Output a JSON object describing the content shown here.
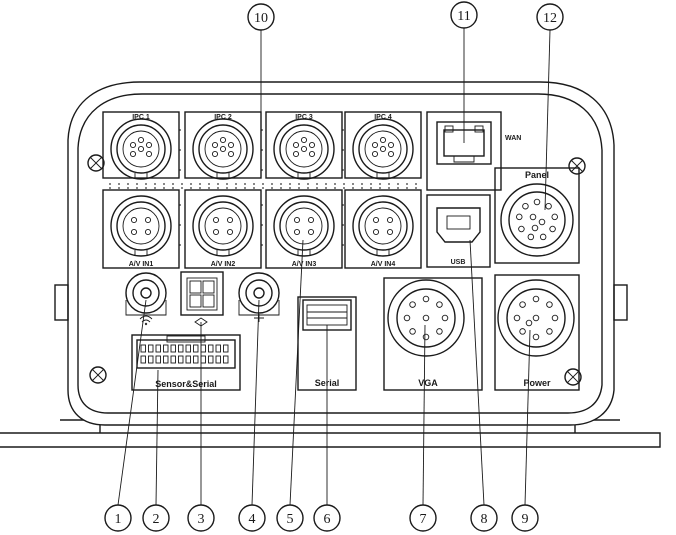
{
  "labels": {
    "ipc1": "IPC 1",
    "ipc2": "IPC 2",
    "ipc3": "IPC 3",
    "ipc4": "IPC 4",
    "av1": "A/V IN1",
    "av2": "A/V IN2",
    "av3": "A/V IN3",
    "av4": "A/V IN4",
    "wan": "WAN",
    "usb": "USB",
    "panel": "Panel",
    "sensor": "Sensor&Serial",
    "serial": "Serial",
    "vga": "VGA",
    "power": "Power"
  },
  "callouts": [
    "1",
    "2",
    "3",
    "4",
    "5",
    "6",
    "7",
    "8",
    "9",
    "10",
    "11",
    "12"
  ]
}
